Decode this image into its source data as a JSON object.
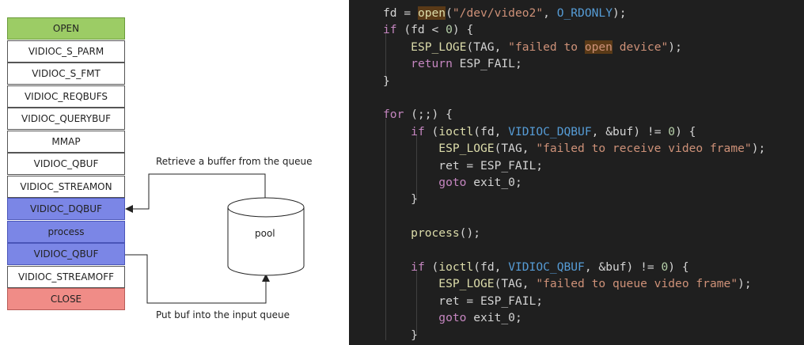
{
  "diagram": {
    "steps": [
      {
        "label": "OPEN",
        "style": "open"
      },
      {
        "label": "VIDIOC_S_PARM",
        "style": "plain"
      },
      {
        "label": "VIDIOC_S_FMT",
        "style": "plain"
      },
      {
        "label": "VIDIOC_REQBUFS",
        "style": "plain"
      },
      {
        "label": "VIDIOC_QUERYBUF",
        "style": "plain"
      },
      {
        "label": "MMAP",
        "style": "plain"
      },
      {
        "label": "VIDIOC_QBUF",
        "style": "plain"
      },
      {
        "label": "VIDIOC_STREAMON",
        "style": "plain"
      },
      {
        "label": "VIDIOC_DQBUF",
        "style": "hl"
      },
      {
        "label": "process",
        "style": "hl"
      },
      {
        "label": "VIDIOC_QBUF",
        "style": "hl"
      },
      {
        "label": "VIDIOC_STREAMOFF",
        "style": "plain"
      },
      {
        "label": "CLOSE",
        "style": "close"
      }
    ],
    "pool_label": "pool",
    "retrieve_label": "Retrieve a buffer from the queue",
    "put_label": "Put buf into the input queue",
    "colors": {
      "open": "#9ccc65",
      "highlight": "#7b86e6",
      "close": "#f08c87"
    }
  },
  "code": {
    "lines": [
      "fd = open(\"/dev/video2\", O_RDONLY);",
      "if (fd < 0) {",
      "    ESP_LOGE(TAG, \"failed to open device\");",
      "    return ESP_FAIL;",
      "}",
      "",
      "for (;;) {",
      "    if (ioctl(fd, VIDIOC_DQBUF, &buf) != 0) {",
      "        ESP_LOGE(TAG, \"failed to receive video frame\");",
      "        ret = ESP_FAIL;",
      "        goto exit_0;",
      "    }",
      "",
      "    process();",
      "",
      "    if (ioctl(fd, VIDIOC_QBUF, &buf) != 0) {",
      "        ESP_LOGE(TAG, \"failed to queue video frame\");",
      "        ret = ESP_FAIL;",
      "        goto exit_0;",
      "    }",
      "}"
    ],
    "background": "#1f1f1f"
  }
}
